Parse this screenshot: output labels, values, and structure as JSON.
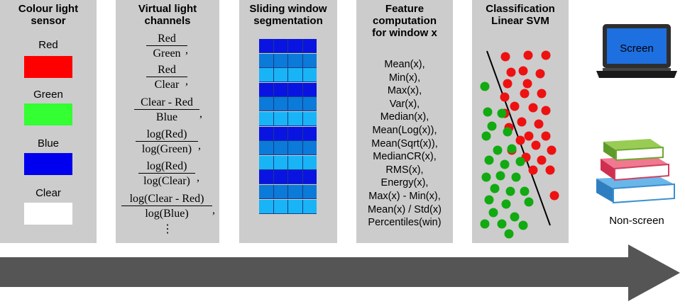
{
  "sensor": {
    "title_line1": "Colour light",
    "title_line2": "sensor",
    "channels": [
      {
        "label": "Red",
        "color": "#ff0000"
      },
      {
        "label": "Green",
        "color": "#33ff33"
      },
      {
        "label": "Blue",
        "color": "#0000ee"
      },
      {
        "label": "Clear",
        "color": "#ffffff"
      }
    ]
  },
  "virtual": {
    "title_line1": "Virtual light",
    "title_line2": "channels",
    "fractions": [
      {
        "num": "Red",
        "den": "Green"
      },
      {
        "num": "Red",
        "den": "Clear"
      },
      {
        "num": "Clear - Red",
        "den": "Blue"
      },
      {
        "num": "log(Red)",
        "den": "log(Green)"
      },
      {
        "num": "log(Red)",
        "den": "log(Clear)"
      },
      {
        "num": "log(Clear - Red)",
        "den": "log(Blue)"
      }
    ],
    "comma": ",",
    "ellipsis": "⋮"
  },
  "sliding": {
    "title_line1": "Sliding window",
    "title_line2": "segmentation",
    "rows": [
      "dark",
      "mid",
      "light",
      "dark",
      "mid",
      "light",
      "dark",
      "mid",
      "light",
      "dark",
      "mid",
      "light"
    ],
    "colors": {
      "dark": "#0a14e0",
      "mid": "#0b7ad8",
      "light": "#19b4f5"
    }
  },
  "features": {
    "title_line1": "Feature",
    "title_line2": "computation",
    "title_line3": "for window x",
    "items": [
      "Mean(x),",
      "Min(x),",
      "Max(x),",
      "Var(x),",
      "Median(x),",
      "Mean(Log(x)),",
      "Mean(Sqrt(x)),",
      "MedianCR(x),",
      "RMS(x),",
      "Energy(x),",
      "Max(x) - Min(x),",
      "Mean(x) / Std(x)",
      "Percentiles(win)"
    ]
  },
  "classification": {
    "title_line1": "Classification",
    "title_line2": "Linear SVM",
    "red_color": "#ee1111",
    "green_color": "#11aa11"
  },
  "output": {
    "screen_label": "Screen",
    "nonscreen_label": "Non-screen"
  },
  "arrow_color": "#555555"
}
